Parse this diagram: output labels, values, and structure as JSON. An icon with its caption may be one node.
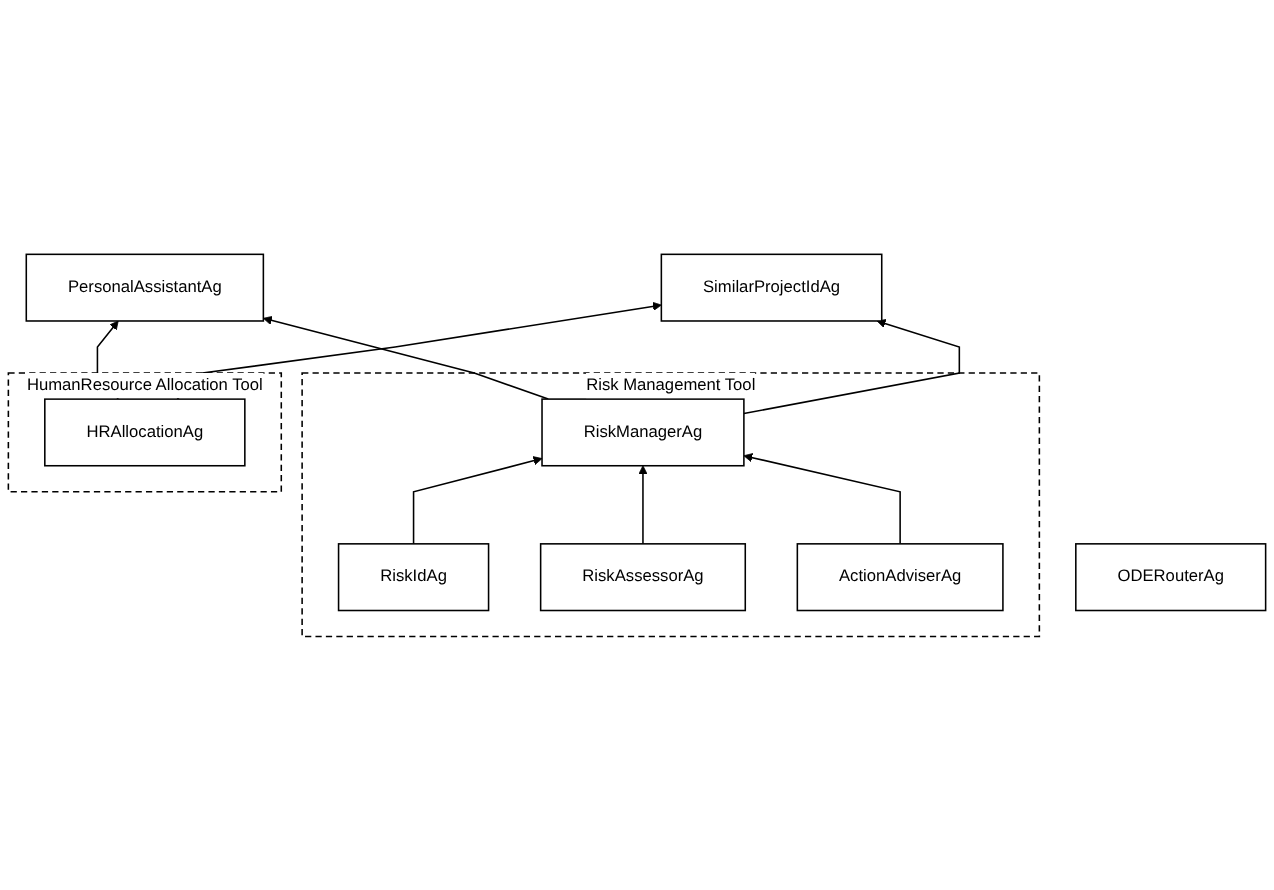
{
  "diagram": {
    "nodes": [
      {
        "text": [
          "HumanResource Allocation Tool"
        ]
      },
      {
        "text": [
          "HRAllocationAg"
        ],
        "in": 0
      },
      {
        "text": [
          "ODERouterAg"
        ]
      },
      {
        "text": [
          "PersonalAssistantAg"
        ]
      },
      {
        "text": [
          "SimilarProjectIdAg"
        ]
      },
      {
        "text": [
          "Risk Management Tool"
        ]
      },
      {
        "text": [
          "RiskManagerAg"
        ],
        "in": 5
      },
      {
        "text": [
          "RiskIdAg"
        ],
        "in": 5
      },
      {
        "text": [
          "RiskAssessorAg"
        ],
        "in": 5
      },
      {
        "text": [
          "ActionAdviserAg"
        ],
        "in": 5
      }
    ],
    "edges": [
      {
        "from": 1,
        "to": 3,
        "arrow": "to"
      },
      {
        "from": 1,
        "to": 4,
        "arrow": "to"
      },
      {
        "from": 6,
        "to": 3,
        "arrow": "to"
      },
      {
        "from": 6,
        "to": 4,
        "arrow": "to"
      },
      {
        "from": 7,
        "to": 6,
        "arrow": "to"
      },
      {
        "from": 8,
        "to": 6,
        "arrow": "to"
      },
      {
        "from": 9,
        "to": 6,
        "arrow": "to"
      }
    ]
  }
}
